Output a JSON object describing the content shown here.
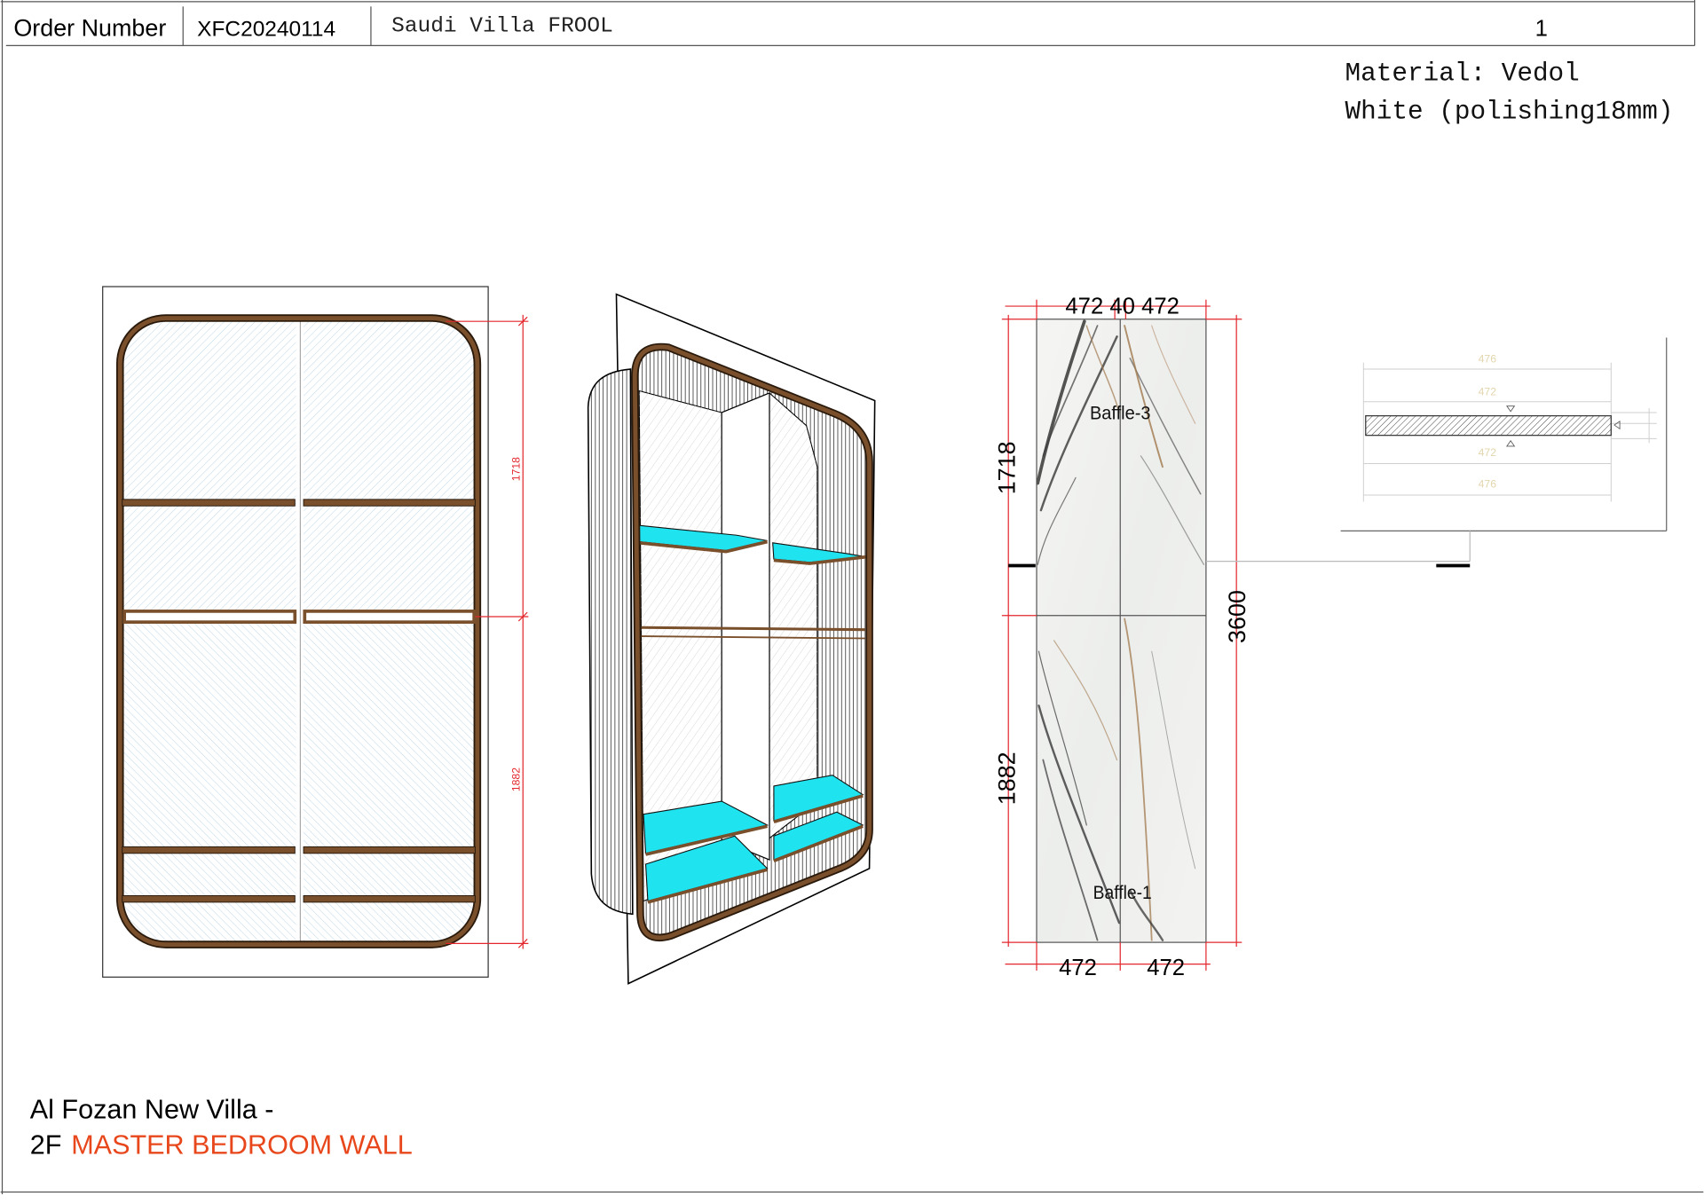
{
  "header": {
    "order_label": "Order Number",
    "order_number": "XFC20240114",
    "project": "Saudi Villa FROOL",
    "page_number": "1"
  },
  "material": {
    "line1": "Material: Vedol",
    "line2": "White (polishing18mm)"
  },
  "front_elevation": {
    "dim_upper": "1718",
    "dim_lower": "1882"
  },
  "marble_elevation": {
    "top_dims": "472 40 472",
    "dim_upper": "1718",
    "dim_lower": "1882",
    "dim_total": "3600",
    "bottom_left": "472",
    "bottom_right": "472",
    "panel_upper_label": "Baffle-3",
    "panel_lower_label": "Baffle-1"
  },
  "section_detail": {
    "dim_1": "476",
    "dim_2": "472",
    "dim_3": "472",
    "dim_4": "476"
  },
  "footer": {
    "line1": "Al Fozan New Villa -",
    "floor": "2F",
    "room": "MASTER BEDROOM WALL"
  },
  "colors": {
    "frame_brown": "#7a4f2b",
    "glass_cyan": "#1fe3ee",
    "dimension_red": "#e3262c",
    "room_title": "#e8471c",
    "hatch_blue": "#bcd6e8"
  }
}
